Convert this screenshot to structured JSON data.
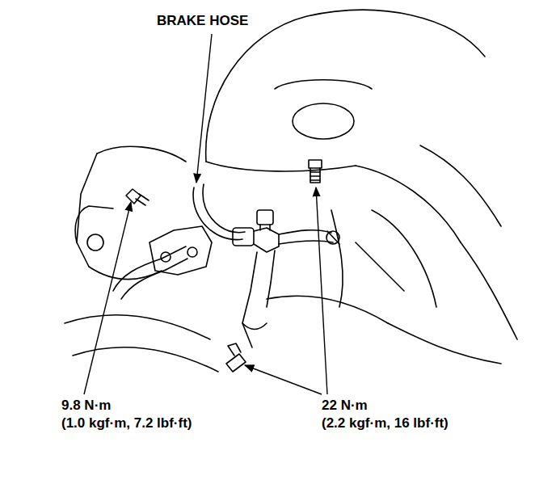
{
  "diagram": {
    "labels": [
      "BRAKE HOSE",
      "9.8 N·m",
      "(1.0 kgf·m, 7.2 lbf·ft)",
      "22 N·m",
      "(2.2 kgf·m, 16 lbf·ft)"
    ]
  }
}
